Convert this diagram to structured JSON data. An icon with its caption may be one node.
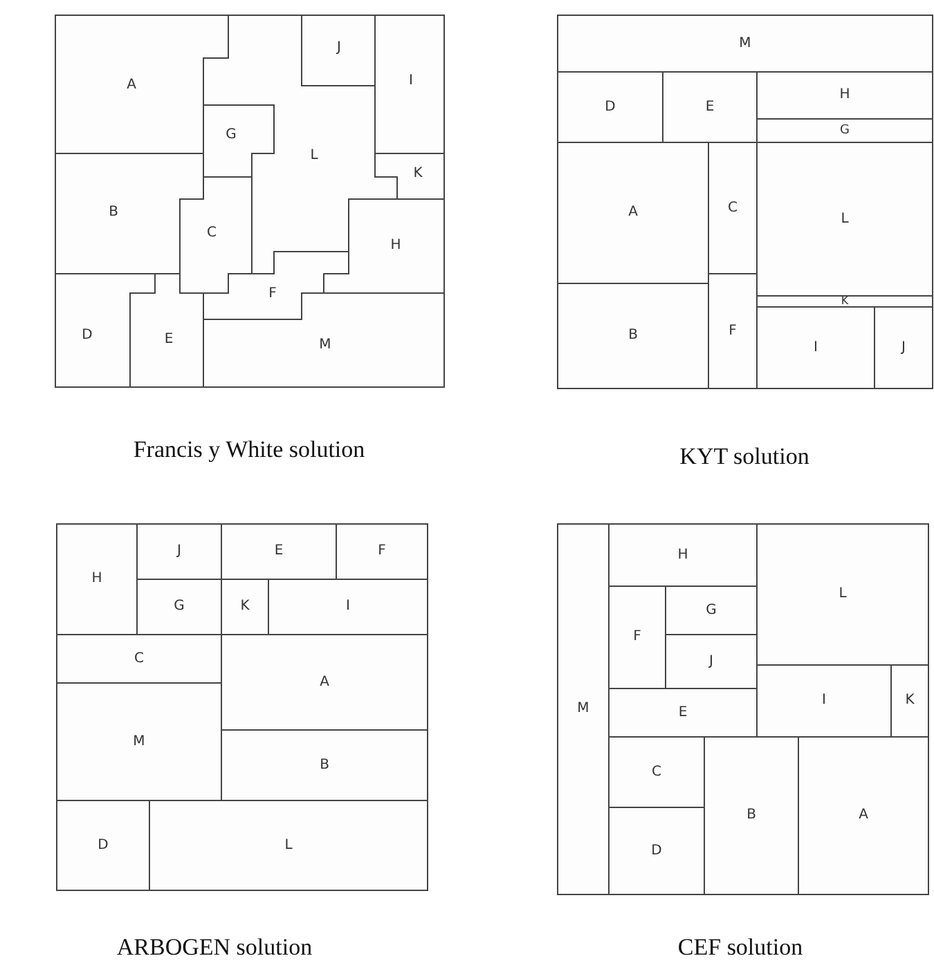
{
  "diagram": {
    "nodes": [
      {
        "text": [
          "Francis y White solution"
        ]
      },
      {
        "text": [
          "A"
        ],
        "in": 0
      },
      {
        "text": [
          "J"
        ],
        "in": 0
      },
      {
        "text": [
          "I"
        ],
        "in": 0
      },
      {
        "text": [
          "G"
        ],
        "in": 0
      },
      {
        "text": [
          "L"
        ],
        "in": 0
      },
      {
        "text": [
          "K"
        ],
        "in": 0
      },
      {
        "text": [
          "B"
        ],
        "in": 0
      },
      {
        "text": [
          "C"
        ],
        "in": 0
      },
      {
        "text": [
          "H"
        ],
        "in": 0
      },
      {
        "text": [
          "F"
        ],
        "in": 0
      },
      {
        "text": [
          "D"
        ],
        "in": 0
      },
      {
        "text": [
          "E"
        ],
        "in": 0
      },
      {
        "text": [
          "M"
        ],
        "in": 0
      },
      {
        "text": [
          "KYT solution"
        ]
      },
      {
        "text": [
          "M"
        ],
        "in": 14
      },
      {
        "text": [
          "D"
        ],
        "in": 14
      },
      {
        "text": [
          "E"
        ],
        "in": 14
      },
      {
        "text": [
          "H"
        ],
        "in": 14
      },
      {
        "text": [
          "G"
        ],
        "in": 14
      },
      {
        "text": [
          "A"
        ],
        "in": 14
      },
      {
        "text": [
          "C"
        ],
        "in": 14
      },
      {
        "text": [
          "L"
        ],
        "in": 14
      },
      {
        "text": [
          "K"
        ],
        "in": 14
      },
      {
        "text": [
          "B"
        ],
        "in": 14
      },
      {
        "text": [
          "F"
        ],
        "in": 14
      },
      {
        "text": [
          "I"
        ],
        "in": 14
      },
      {
        "text": [
          "J"
        ],
        "in": 14
      },
      {
        "text": [
          "ARBOGEN solution"
        ]
      },
      {
        "text": [
          "H"
        ],
        "in": 28
      },
      {
        "text": [
          "J"
        ],
        "in": 28
      },
      {
        "text": [
          "E"
        ],
        "in": 28
      },
      {
        "text": [
          "F"
        ],
        "in": 28
      },
      {
        "text": [
          "G"
        ],
        "in": 28
      },
      {
        "text": [
          "K"
        ],
        "in": 28
      },
      {
        "text": [
          "I"
        ],
        "in": 28
      },
      {
        "text": [
          "C"
        ],
        "in": 28
      },
      {
        "text": [
          "A"
        ],
        "in": 28
      },
      {
        "text": [
          "M"
        ],
        "in": 28
      },
      {
        "text": [
          "B"
        ],
        "in": 28
      },
      {
        "text": [
          "D"
        ],
        "in": 28
      },
      {
        "text": [
          "L"
        ],
        "in": 28
      },
      {
        "text": [
          "CEF solution"
        ]
      },
      {
        "text": [
          "M"
        ],
        "in": 42
      },
      {
        "text": [
          "H"
        ],
        "in": 42
      },
      {
        "text": [
          "L"
        ],
        "in": 42
      },
      {
        "text": [
          "F"
        ],
        "in": 42
      },
      {
        "text": [
          "G"
        ],
        "in": 42
      },
      {
        "text": [
          "J"
        ],
        "in": 42
      },
      {
        "text": [
          "E"
        ],
        "in": 42
      },
      {
        "text": [
          "I"
        ],
        "in": 42
      },
      {
        "text": [
          "K"
        ],
        "in": 42
      },
      {
        "text": [
          "C"
        ],
        "in": 42
      },
      {
        "text": [
          "B"
        ],
        "in": 42
      },
      {
        "text": [
          "A"
        ],
        "in": 42
      },
      {
        "text": [
          "D"
        ],
        "in": 42
      }
    ]
  }
}
